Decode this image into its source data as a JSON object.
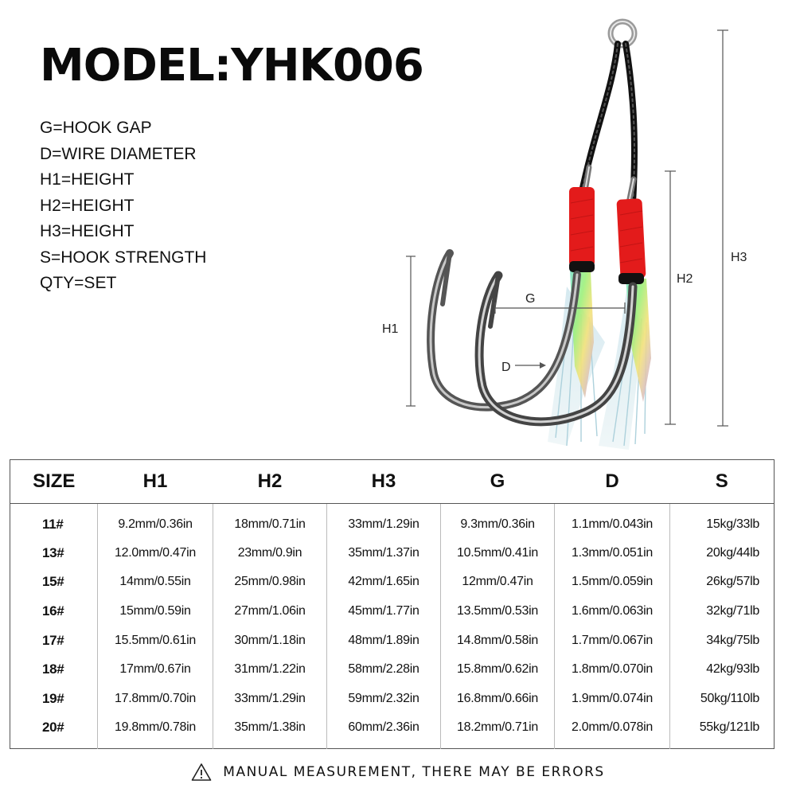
{
  "title": "MODEL:YHK006",
  "legend": [
    "G=HOOK GAP",
    "D=WIRE DIAMETER",
    "H1=HEIGHT",
    "H2=HEIGHT",
    "H3=HEIGHT",
    "S=HOOK STRENGTH",
    "QTY=SET"
  ],
  "diagram_labels": {
    "h1": "H1",
    "h2": "H2",
    "h3": "H3",
    "g": "G",
    "d": "D"
  },
  "colors": {
    "thread": "#e31b1b",
    "braid": "#111111",
    "hook": "#6f6f6f"
  },
  "table": {
    "headers": [
      "SIZE",
      "H1",
      "H2",
      "H3",
      "G",
      "D",
      "S"
    ],
    "rows": [
      [
        "11#",
        "9.2mm/0.36in",
        "18mm/0.71in",
        "33mm/1.29in",
        "9.3mm/0.36in",
        "1.1mm/0.043in",
        "15kg/33lb"
      ],
      [
        "13#",
        "12.0mm/0.47in",
        "23mm/0.9in",
        "35mm/1.37in",
        "10.5mm/0.41in",
        "1.3mm/0.051in",
        "20kg/44lb"
      ],
      [
        "15#",
        "14mm/0.55in",
        "25mm/0.98in",
        "42mm/1.65in",
        "12mm/0.47in",
        "1.5mm/0.059in",
        "26kg/57lb"
      ],
      [
        "16#",
        "15mm/0.59in",
        "27mm/1.06in",
        "45mm/1.77in",
        "13.5mm/0.53in",
        "1.6mm/0.063in",
        "32kg/71lb"
      ],
      [
        "17#",
        "15.5mm/0.61in",
        "30mm/1.18in",
        "48mm/1.89in",
        "14.8mm/0.58in",
        "1.7mm/0.067in",
        "34kg/75lb"
      ],
      [
        "18#",
        "17mm/0.67in",
        "31mm/1.22in",
        "58mm/2.28in",
        "15.8mm/0.62in",
        "1.8mm/0.070in",
        "42kg/93lb"
      ],
      [
        "19#",
        "17.8mm/0.70in",
        "33mm/1.29in",
        "59mm/2.32in",
        "16.8mm/0.66in",
        "1.9mm/0.074in",
        "50kg/110lb"
      ],
      [
        "20#",
        "19.8mm/0.78in",
        "35mm/1.38in",
        "60mm/2.36in",
        "18.2mm/0.71in",
        "2.0mm/0.078in",
        "55kg/121lb"
      ]
    ]
  },
  "disclaimer": {
    "icon": "warning-icon",
    "text": "MANUAL MEASUREMENT, THERE MAY BE ERRORS"
  }
}
